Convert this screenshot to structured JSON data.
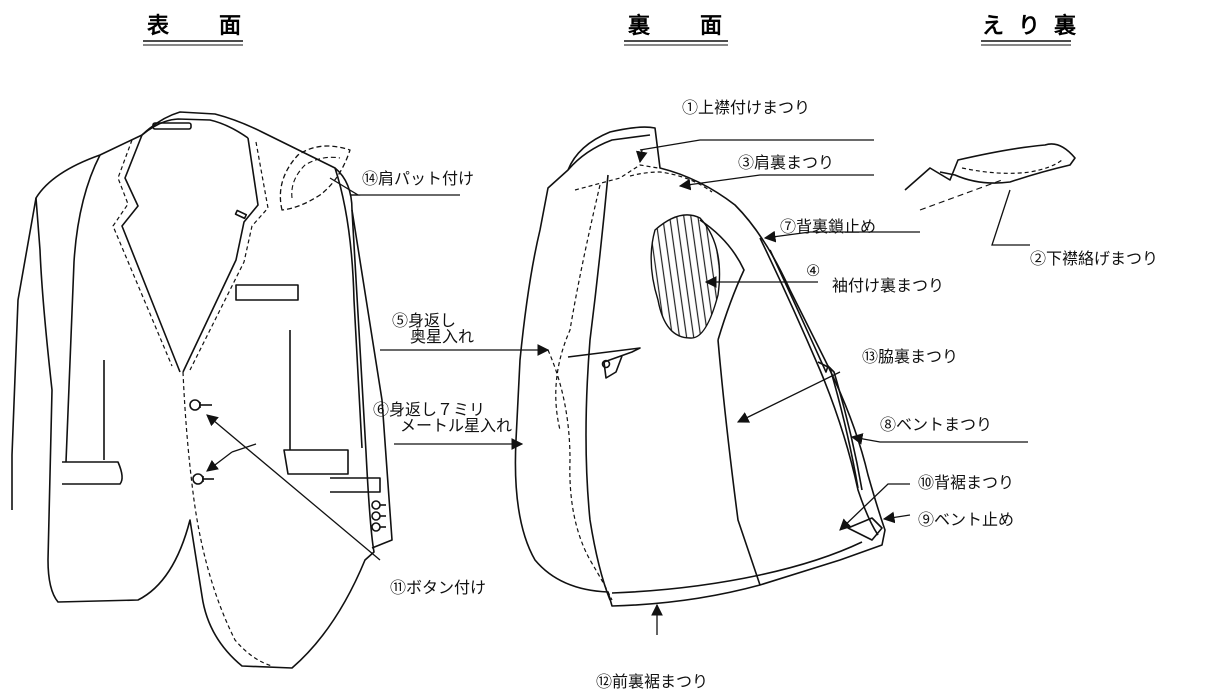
{
  "headings": {
    "front": "表　面",
    "back": "裏　面",
    "collar_back": "えり裏"
  },
  "labels": {
    "l1": "①上襟付けまつり",
    "l2": "②下襟絡げまつり",
    "l3": "③肩裏まつり",
    "l4_num": "④",
    "l4_text": "袖付け裏まつり",
    "l5_line1": "⑤身返し",
    "l5_line2": "奥星入れ",
    "l6_line1": "⑥身返し７ミリ",
    "l6_line2": "メートル星入れ",
    "l7": "⑦背裏鎖止め",
    "l8": "⑧ベントまつり",
    "l9": "⑨ベント止め",
    "l10": "⑩背裾まつり",
    "l11": "⑪ボタン付け",
    "l12": "⑫前裏裾まつり",
    "l13": "⑬脇裏まつり",
    "l14": "⑭肩パット付け"
  },
  "colors": {
    "ink": "#111111",
    "paper": "#ffffff",
    "lining_hatch": "#222222"
  }
}
